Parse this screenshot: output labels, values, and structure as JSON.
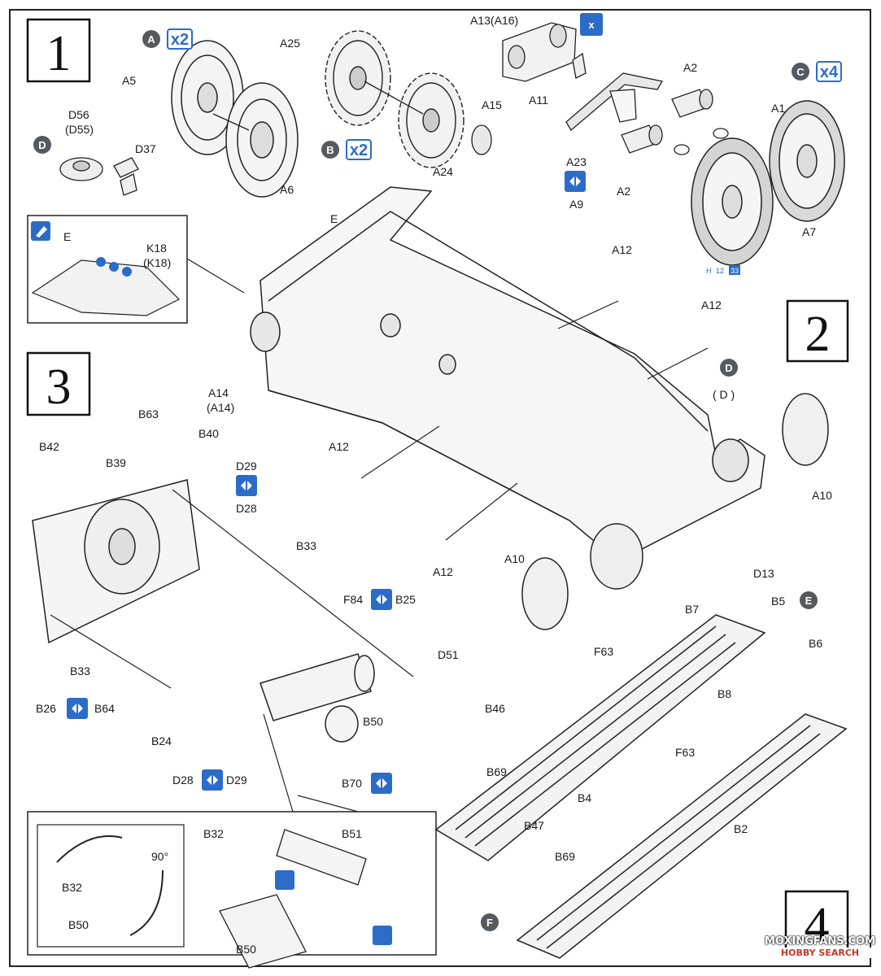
{
  "steps": [
    "1",
    "2",
    "3",
    "4"
  ],
  "part_labels": {
    "a5": "A5",
    "a6": "A6",
    "a25": "A25",
    "a24": "A24",
    "a15": "A15",
    "a13": "A13(A16)",
    "a11": "A11",
    "a23": "A23",
    "a9": "A9",
    "a2a": "A2",
    "a2b": "A2",
    "a1": "A1",
    "a7": "A7",
    "d56": "D56",
    "d55": "(D55)",
    "d37": "D37",
    "e_main": "E",
    "e_inset": "E",
    "k18": "K18",
    "k18b": "(K18)",
    "a12a": "A12",
    "a12b": "A12",
    "a12c": "A12",
    "a12d": "A12",
    "a14": "A14",
    "a14b": "(A14)",
    "a10a": "A10",
    "a10b": "A10",
    "d13": "D13",
    "d_paren": "( D )",
    "b42": "B42",
    "b63": "B63",
    "b40": "B40",
    "b39": "B39",
    "d29": "D29",
    "d28": "D28",
    "b33a": "B33",
    "b33b": "B33",
    "f84": "F84",
    "b25": "B25",
    "b26": "B26",
    "b64": "B64",
    "b24": "B24",
    "d28b": "D28",
    "d29b": "D29",
    "d51": "D51",
    "b50": "B50",
    "b70": "B70",
    "b32_in": "B32",
    "b50_in": "B50",
    "b32_in2": "B32",
    "b51_in": "B51",
    "b50_in2": "B50",
    "angle": "90°",
    "b5": "B5",
    "b7": "B7",
    "b6": "B6",
    "f63a": "F63",
    "f63b": "F63",
    "b8": "B8",
    "b46": "B46",
    "b69a": "B69",
    "b4": "B4",
    "b2": "B2",
    "b47": "B47",
    "b69b": "B69"
  },
  "badges": {
    "a": "A",
    "b": "B",
    "c": "C",
    "d1": "D",
    "d2": "D",
    "e": "E",
    "f": "F",
    "x2a": "x2",
    "x2b": "x2",
    "x4": "x4",
    "x_box": "x"
  },
  "paint_ref": {
    "h": "H",
    "n1": "12",
    "n2": "33"
  },
  "watermark": {
    "line1": "MOXINGFANS.COM",
    "line2": "HOBBY SEARCH"
  },
  "colors": {
    "accent": "#2b6cc8",
    "circle_badge": "#555a60",
    "ink": "#1a1a1a"
  }
}
